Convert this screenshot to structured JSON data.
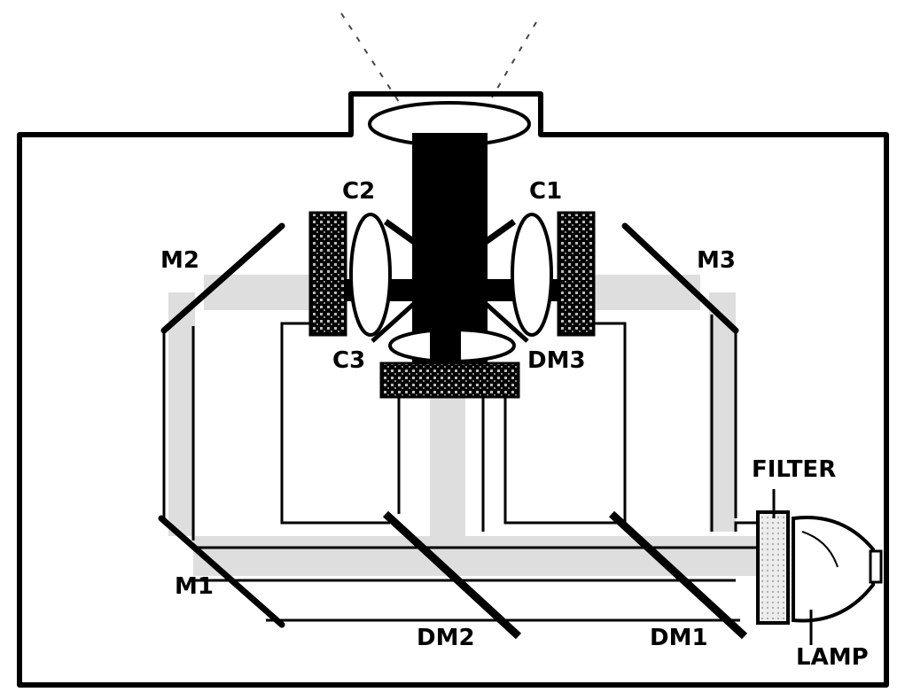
{
  "labels": {
    "c1": "C1",
    "c2": "C2",
    "c3": "C3",
    "m1": "M1",
    "m2": "M2",
    "m3": "M3",
    "dm1": "DM1",
    "dm2": "DM2",
    "dm3": "DM3",
    "filter": "FILTER",
    "lamp": "LAMP"
  }
}
